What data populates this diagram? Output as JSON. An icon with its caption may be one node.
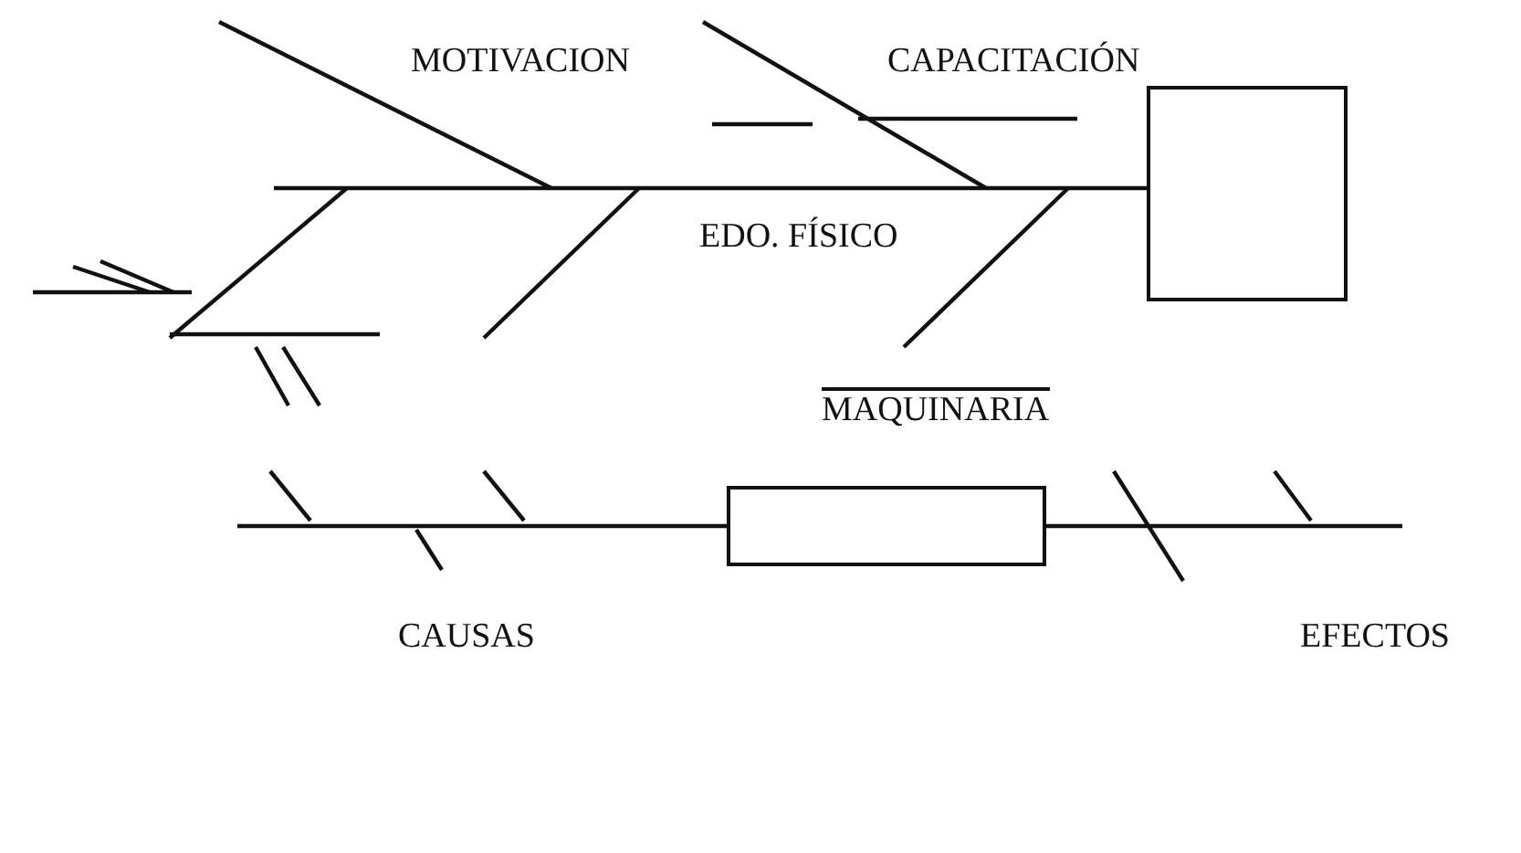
{
  "diagram": {
    "nodes": [
      {
        "text": [],
        "shape": "box"
      },
      {
        "text": [],
        "shape": "box"
      }
    ],
    "labels": [
      "MOTIVACION",
      "CAPACITACIÓN",
      "EDO. FÍSICO",
      "MAQUINARIA",
      "CAUSAS",
      "EFECTOS"
    ]
  }
}
